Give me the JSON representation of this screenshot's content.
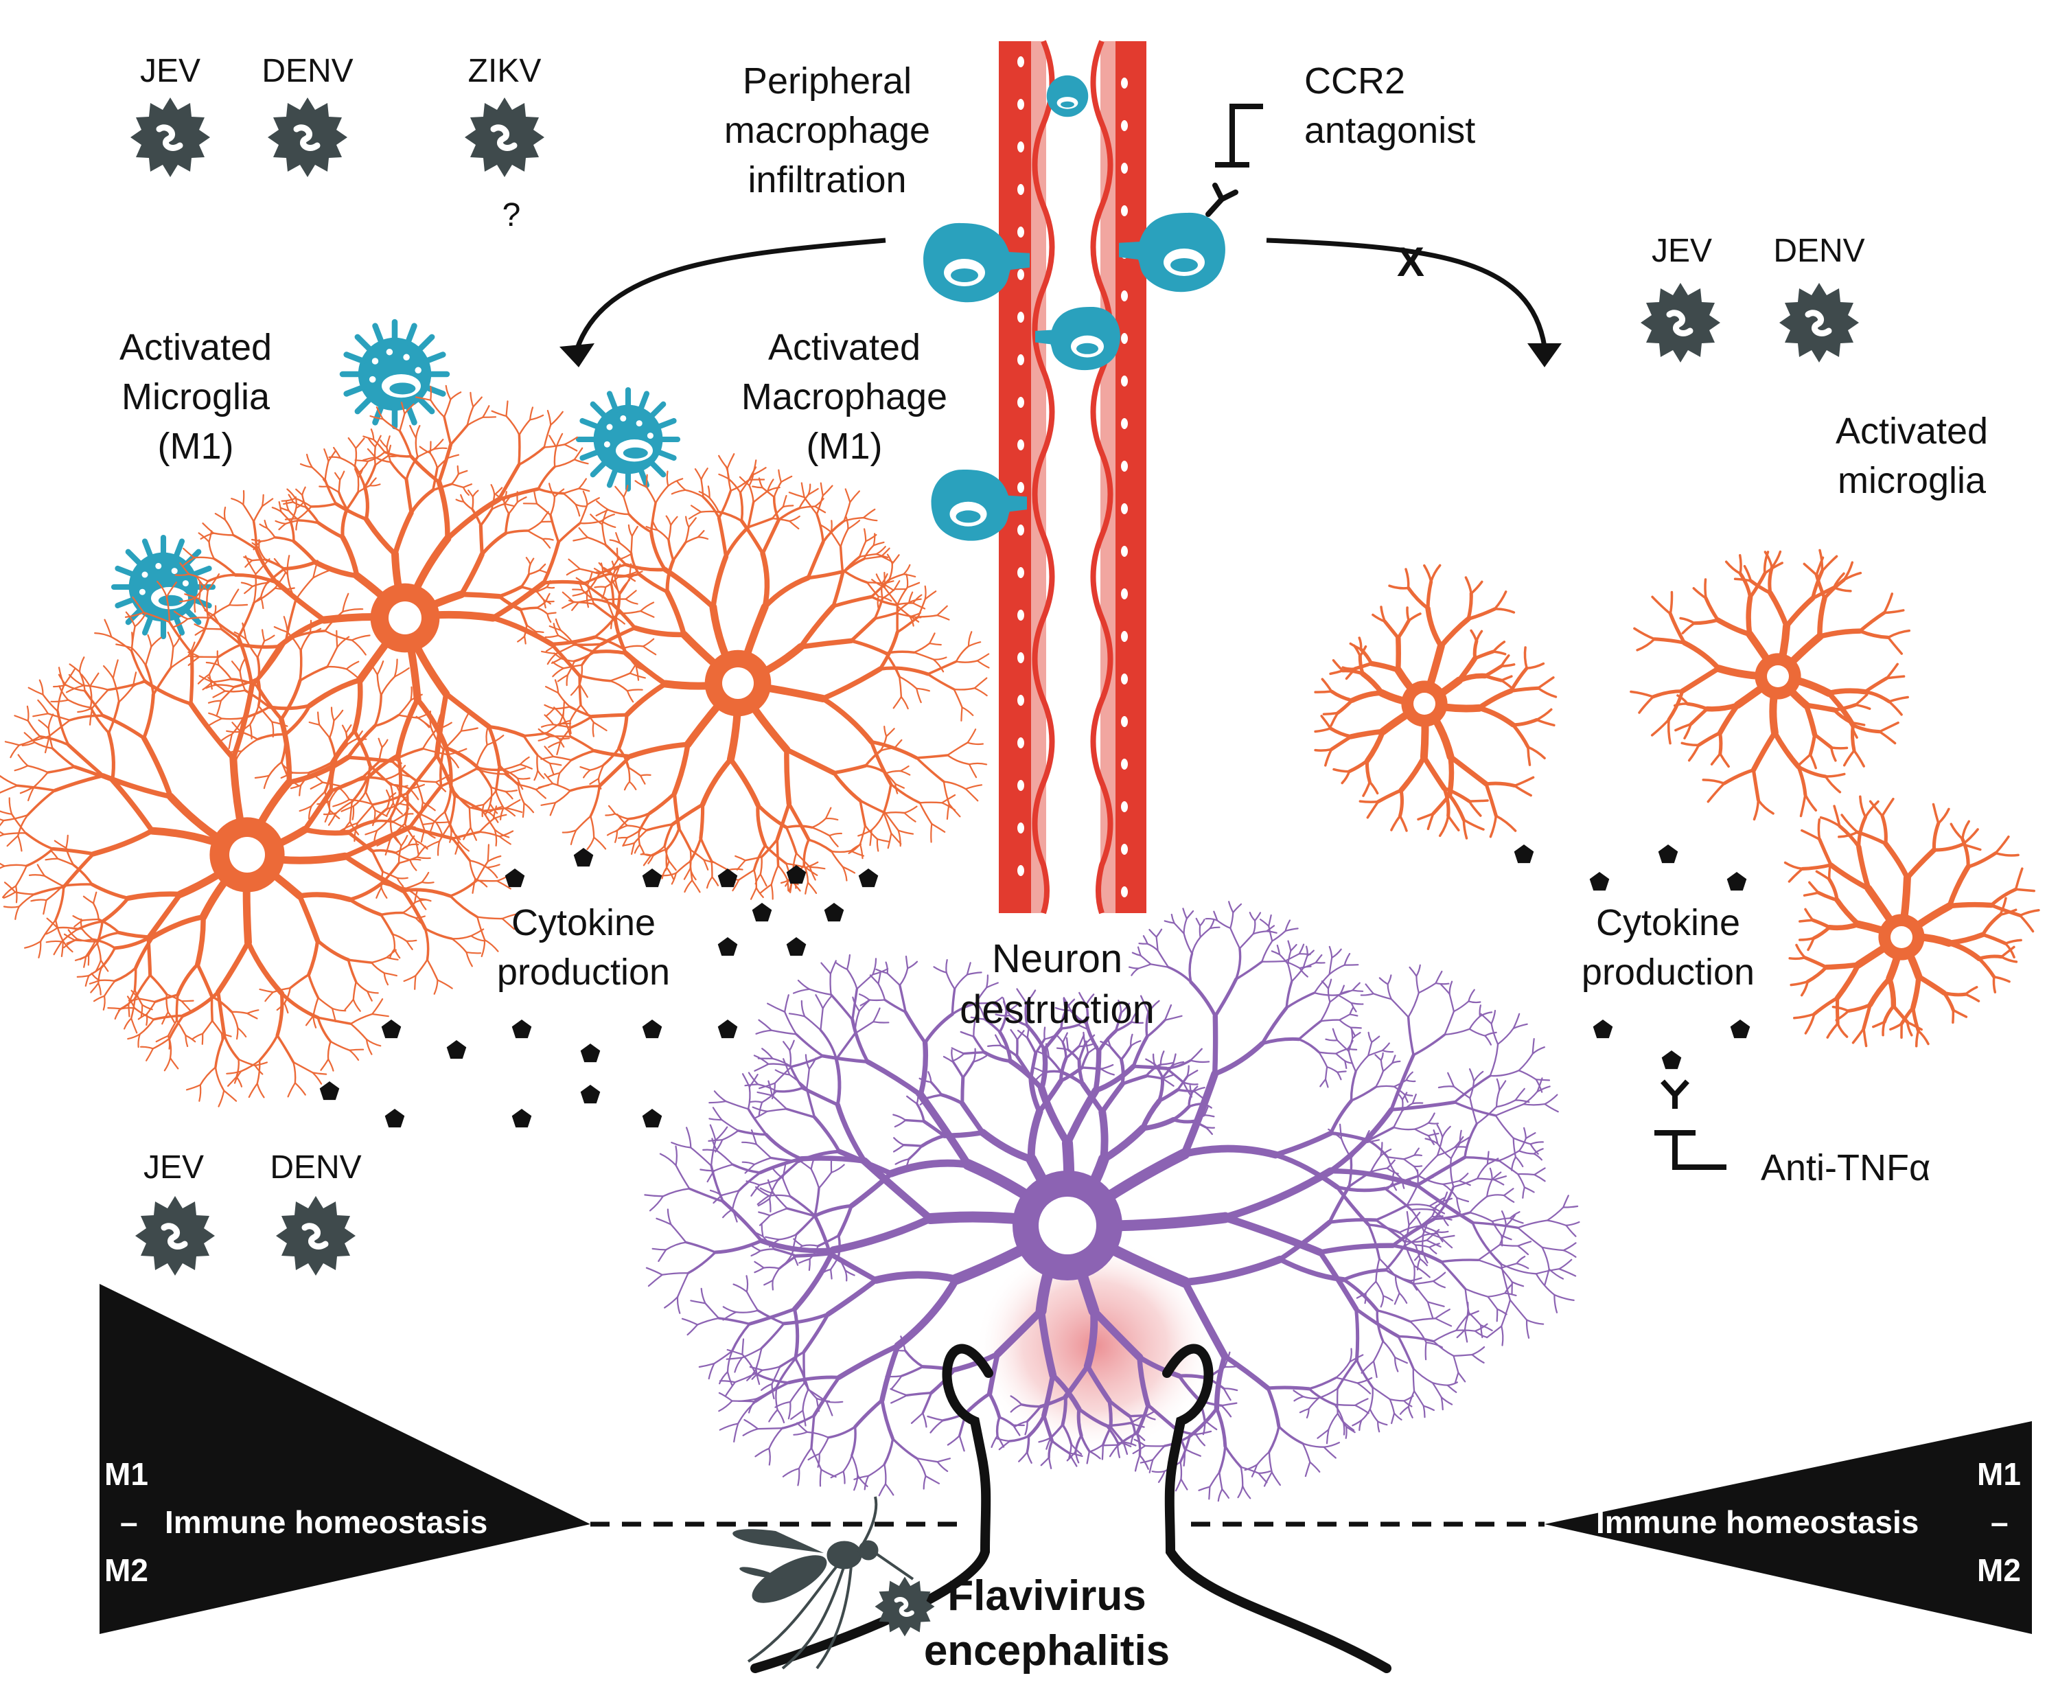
{
  "colors": {
    "virus": "#3f4a4c",
    "macrophage": "#2aa1bd",
    "microglia": "#ec6a38",
    "neuron": "#8c63b3",
    "vessel": "#e23b2f",
    "vessel_inner": "#f1a6a0",
    "cytokine": "#111111",
    "text": "#111111"
  },
  "viruses": {
    "top_left": [
      "JEV",
      "DENV",
      "ZIKV"
    ],
    "zikv_question": "?",
    "top_right": [
      "JEV",
      "DENV"
    ],
    "bottom_left": [
      "JEV",
      "DENV"
    ]
  },
  "labels": {
    "peripheral_infiltration": [
      "Peripheral",
      "macrophage",
      "infiltration"
    ],
    "ccr2": [
      "CCR2",
      "antagonist"
    ],
    "activated_microglia_m1": [
      "Activated",
      "Microglia",
      "(M1)"
    ],
    "activated_macrophage_m1": [
      "Activated",
      "Macrophage",
      "(M1)"
    ],
    "activated_microglia_right": [
      "Activated",
      "microglia"
    ],
    "cytokine_left": [
      "Cytokine",
      "production"
    ],
    "cytokine_right": [
      "Cytokine",
      "production"
    ],
    "neuron_destruction": [
      "Neuron",
      "destruction"
    ],
    "anti_tnf": "Anti-TNFα",
    "blocked_mark": "X",
    "flavivirus": [
      "Flavivirus",
      "encephalitis"
    ]
  },
  "wedge_left": {
    "m1": "M1",
    "dash": "–",
    "center": "Immune homeostasis",
    "m2": "M2"
  },
  "wedge_right": {
    "m1": "M1",
    "dash": "–",
    "center": "Immune homeostasis",
    "m2": "M2"
  }
}
